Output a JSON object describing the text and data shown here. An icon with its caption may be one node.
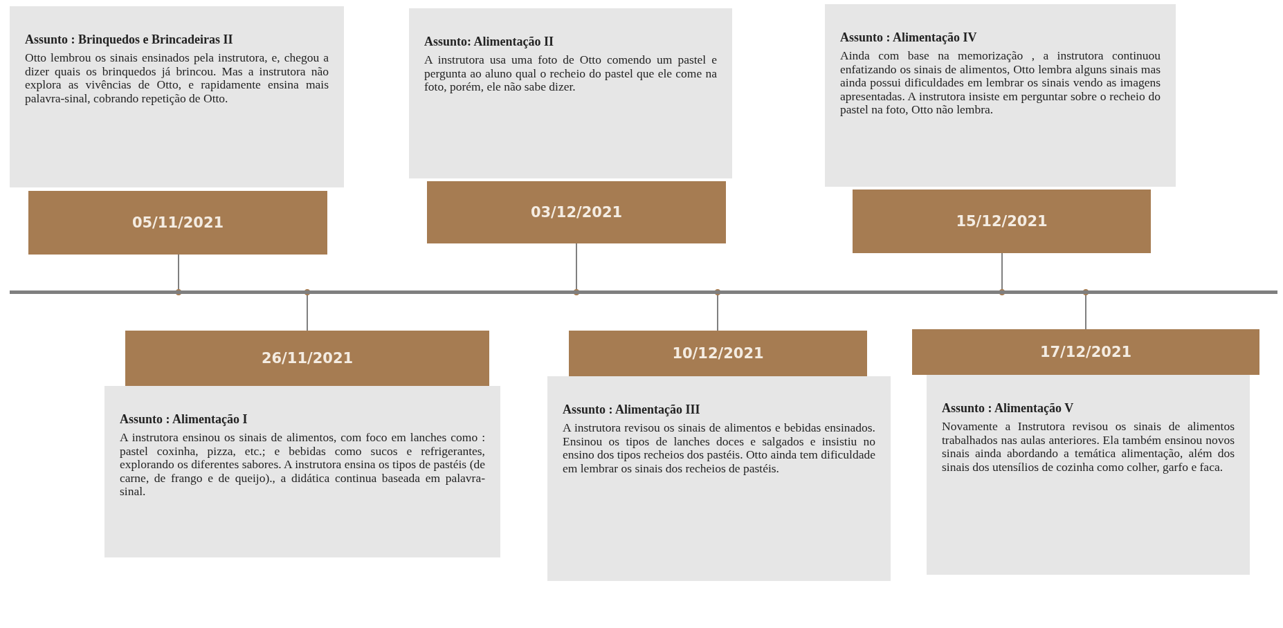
{
  "diagram": {
    "nodes": [
      {
        "text": [
          "Assunto : Brinquedos e  Brincadeiras  II",
          "Otto lembrou os sinais ensinados pela instrutora, e, chegou a dizer quais os brinquedos já brincou. Mas a instrutora não explora as vivências de Otto, e rapidamente ensina mais palavra-sinal, cobrando repetição de Otto."
        ]
      },
      {
        "text": [
          "05/11/2021"
        ]
      },
      {
        "text": [
          "Assunto: Alimentação II",
          "A instrutora usa uma foto de Otto comendo um pastel e pergunta ao aluno qual o recheio do pastel que ele come na foto, porém, ele não sabe dizer."
        ]
      },
      {
        "text": [
          "03/12/2021"
        ]
      },
      {
        "text": [
          "Assunto : Alimentação IV",
          "Ainda com base na memorização , a instrutora continuou enfatizando os sinais de  alimentos, Otto lembra alguns sinais mas ainda possui dificuldades em  lembrar os sinais vendo as imagens apresentadas. A instrutora insiste em perguntar sobre o recheio do pastel na foto, Otto não lembra."
        ]
      },
      {
        "text": [
          "15/12/2021"
        ]
      },
      {
        "text": [],
        "shape": "bar"
      },
      {
        "text": [
          "26/11/2021"
        ]
      },
      {
        "text": [
          "Assunto : Alimentação I",
          "A instrutora ensinou os sinais de alimentos, com foco em lanches como : pastel coxinha, pizza, etc.; e bebidas como sucos e refrigerantes, explorando os diferentes sabores. A instrutora ensina os tipos de pastéis (de carne, de frango e de queijo)., a didática continua baseada em palavra-sinal."
        ]
      },
      {
        "text": [
          "10/12/2021"
        ]
      },
      {
        "text": [
          "Assunto : Alimentação III",
          "A instrutora revisou os sinais de alimentos e bebidas ensinados. Ensinou os tipos de lanches doces e salgados e insistiu no ensino dos tipos recheios dos pastéis. Otto ainda tem dificuldade em lembrar os sinais dos recheios de pastéis."
        ]
      },
      {
        "text": [
          "17/12/2021"
        ]
      },
      {
        "text": [
          "Assunto : Alimentação V",
          "Novamente a Instrutora revisou os sinais de alimentos trabalhados nas aulas anteriores. Ela também ensinou novos sinais ainda abordando a temática alimentação, além dos sinais dos utensílios de cozinha como colher, garfo e faca."
        ]
      }
    ],
    "edges": [
      {
        "from": 1,
        "to": 6,
        "arrow": "other"
      },
      {
        "from": 7,
        "to": 6,
        "arrow": "other"
      },
      {
        "from": 3,
        "to": 6,
        "arrow": "other"
      },
      {
        "from": 9,
        "to": 6,
        "arrow": "other"
      },
      {
        "from": 5,
        "to": 6,
        "arrow": "other"
      },
      {
        "from": 11,
        "to": 6,
        "arrow": "other"
      }
    ]
  }
}
